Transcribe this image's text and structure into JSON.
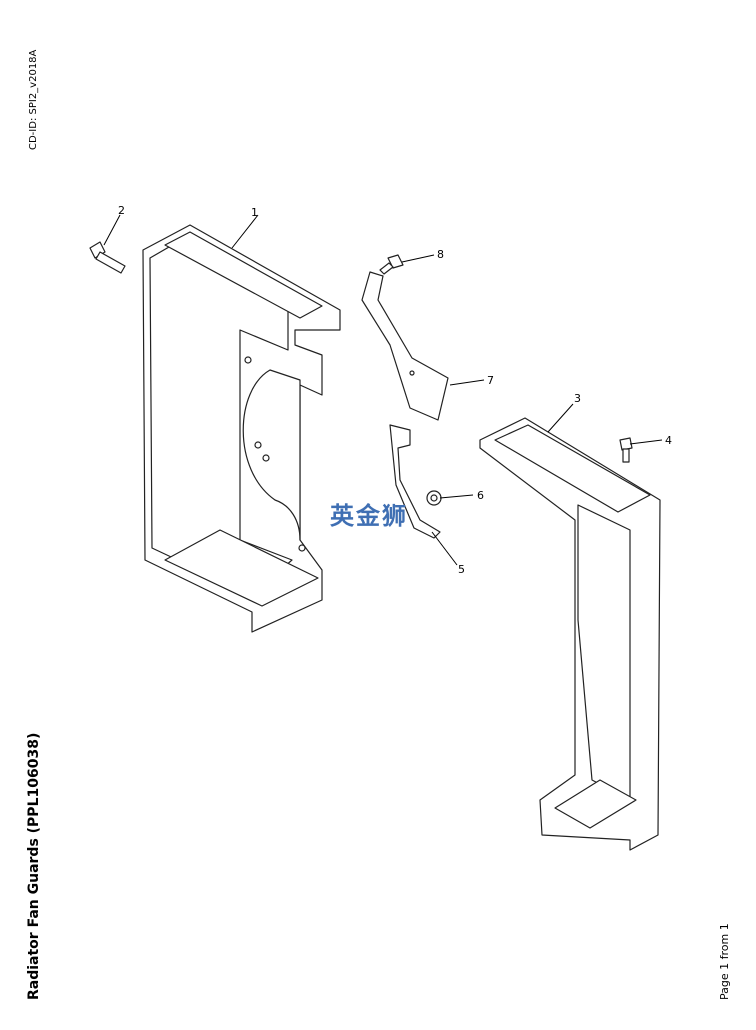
{
  "document": {
    "doc_id": "CD-ID: SPI2_v2018A",
    "title": "Radiator Fan Guards (PPL106038)",
    "page": "Page 1 from 1"
  },
  "watermark": "英金狮",
  "callouts": [
    {
      "id": "1",
      "label": "1"
    },
    {
      "id": "2",
      "label": "2"
    },
    {
      "id": "3",
      "label": "3"
    },
    {
      "id": "4",
      "label": "4"
    },
    {
      "id": "5",
      "label": "5"
    },
    {
      "id": "6",
      "label": "6"
    },
    {
      "id": "7",
      "label": "7"
    },
    {
      "id": "8",
      "label": "8"
    }
  ]
}
